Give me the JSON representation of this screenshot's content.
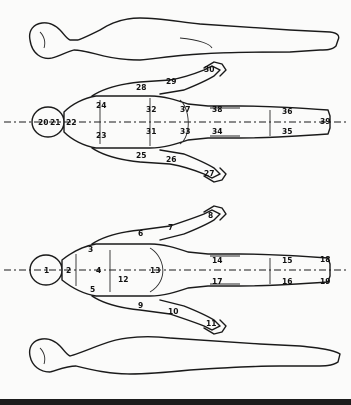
{
  "diagram": {
    "regions": [
      {
        "id": "front-head",
        "label": "1"
      },
      {
        "id": "front-neck",
        "label": "2"
      },
      {
        "id": "front-left-upper-arm",
        "label": "3"
      },
      {
        "id": "front-chest",
        "label": "4"
      },
      {
        "id": "front-right-upper-arm",
        "label": "5"
      },
      {
        "id": "front-left-forearm",
        "label": "6"
      },
      {
        "id": "front-left-forearm-lower",
        "label": "7"
      },
      {
        "id": "front-left-hand",
        "label": "8"
      },
      {
        "id": "front-right-forearm",
        "label": "9"
      },
      {
        "id": "front-right-forearm-lower",
        "label": "10"
      },
      {
        "id": "front-right-hand",
        "label": "11"
      },
      {
        "id": "front-abdomen",
        "label": "12"
      },
      {
        "id": "front-genital",
        "label": "13"
      },
      {
        "id": "front-left-thigh",
        "label": "14"
      },
      {
        "id": "front-left-shin",
        "label": "15"
      },
      {
        "id": "front-right-shin",
        "label": "16"
      },
      {
        "id": "front-right-thigh",
        "label": "17"
      },
      {
        "id": "front-left-foot",
        "label": "18"
      },
      {
        "id": "front-right-foot",
        "label": "19"
      },
      {
        "id": "back-head-a",
        "label": "20"
      },
      {
        "id": "back-head-b",
        "label": "21"
      },
      {
        "id": "back-neck",
        "label": "22"
      },
      {
        "id": "back-upper-left",
        "label": "23"
      },
      {
        "id": "back-upper-right",
        "label": "24"
      },
      {
        "id": "back-left-forearm",
        "label": "25"
      },
      {
        "id": "back-left-hand-area",
        "label": "26"
      },
      {
        "id": "back-left-hand",
        "label": "27"
      },
      {
        "id": "back-right-upper-arm",
        "label": "28"
      },
      {
        "id": "back-right-forearm",
        "label": "29"
      },
      {
        "id": "back-right-hand",
        "label": "30"
      },
      {
        "id": "back-lower-left",
        "label": "31"
      },
      {
        "id": "back-lower-right",
        "label": "32"
      },
      {
        "id": "back-left-buttock",
        "label": "33"
      },
      {
        "id": "back-left-thigh",
        "label": "34"
      },
      {
        "id": "back-left-calf",
        "label": "35"
      },
      {
        "id": "back-right-calf",
        "label": "36"
      },
      {
        "id": "back-right-buttock",
        "label": "37"
      },
      {
        "id": "back-right-thigh",
        "label": "38"
      },
      {
        "id": "back-right-leg",
        "label": "39"
      }
    ]
  }
}
